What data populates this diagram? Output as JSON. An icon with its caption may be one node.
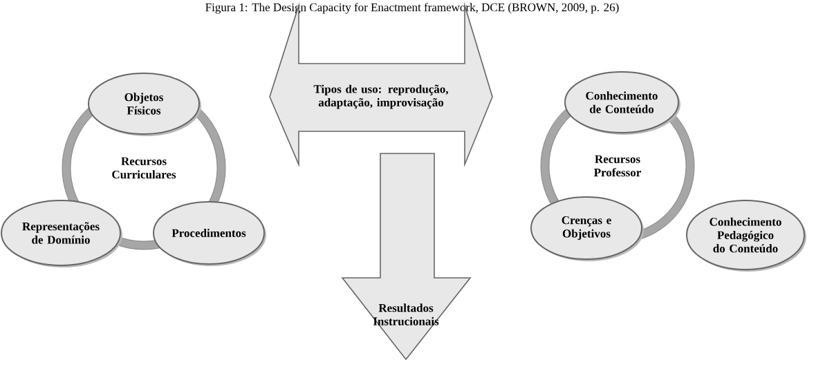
{
  "diagram": {
    "title": "Figura 1: The Design Capacity for Enactment framework, DCE (BROWN, 2009, p. 26)",
    "nodes": [
      {
        "text": [
          "Objetos Físicos"
        ]
      },
      {
        "text": [
          "Tipos de uso: reprodução, adaptação, improvisação"
        ]
      },
      {
        "text": [
          "Conhecimento de Conteúdo"
        ]
      },
      {
        "text": [
          "Recursos Curriculares"
        ]
      },
      {
        "text": [
          "Recursos Professor"
        ]
      },
      {
        "text": [
          "Representações de Domínio"
        ]
      },
      {
        "text": [
          "Procedimentos"
        ]
      },
      {
        "text": [
          "Crenças e Objetivos"
        ]
      },
      {
        "text": [
          "Conhecimento Pedagógico do Conteúdo"
        ]
      },
      {
        "text": [
          "Resultados Instrucionais"
        ]
      }
    ]
  }
}
